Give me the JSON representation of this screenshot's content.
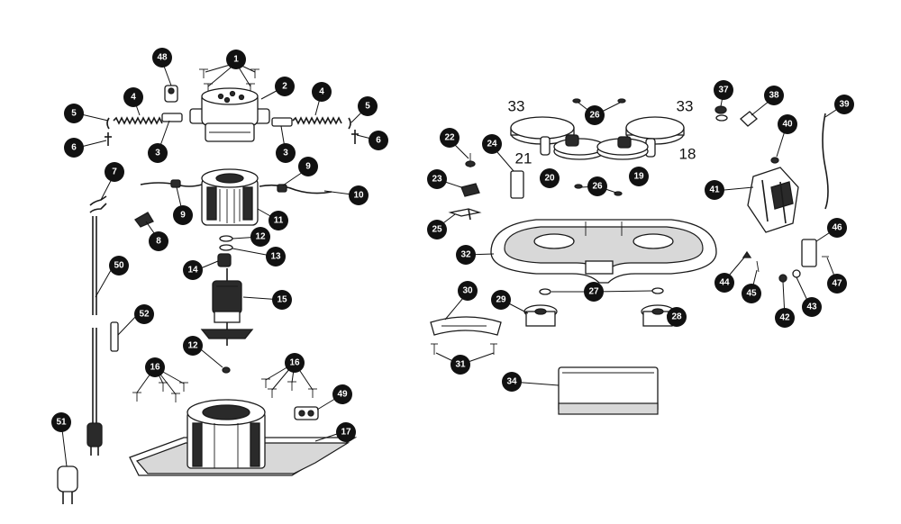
{
  "diagram": {
    "callouts": {
      "c1": "1",
      "c2": "2",
      "c3a": "3",
      "c3b": "3",
      "c4a": "4",
      "c4b": "4",
      "c5a": "5",
      "c5b": "5",
      "c6a": "6",
      "c6b": "6",
      "c7": "7",
      "c8": "8",
      "c9a": "9",
      "c9b": "9",
      "c10": "10",
      "c11": "11",
      "c12a": "12",
      "c12b": "12",
      "c13": "13",
      "c14": "14",
      "c15": "15",
      "c16a": "16",
      "c16b": "16",
      "c17": "17",
      "c18": "18",
      "c19": "19",
      "c20": "20",
      "c21": "21",
      "c22": "22",
      "c23": "23",
      "c24": "24",
      "c25": "25",
      "c26a": "26",
      "c26b": "26",
      "c27": "27",
      "c28": "28",
      "c29": "29",
      "c30": "30",
      "c31": "31",
      "c32": "32",
      "c33a": "33",
      "c33b": "33",
      "c34": "34",
      "c37": "37",
      "c38": "38",
      "c39": "39",
      "c40": "40",
      "c41": "41",
      "c42": "42",
      "c43": "43",
      "c44": "44",
      "c45": "45",
      "c46": "46",
      "c47": "47",
      "c48": "48",
      "c49": "49",
      "c50": "50",
      "c51": "51",
      "c52": "52"
    }
  }
}
